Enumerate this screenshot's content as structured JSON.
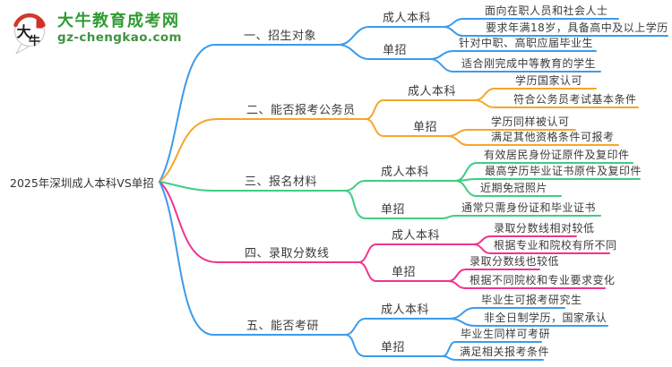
{
  "site": {
    "logo_title": "大牛教育成考网",
    "logo_domain": "gz-chengkao.com",
    "icon_char_1": "大",
    "icon_char_2": "牛",
    "brand_green": "#2e9b33",
    "brand_red": "#d03a2e"
  },
  "mindmap": {
    "root": "2025年深圳成人本科VS单招",
    "colors": {
      "branch1": "#3d9be9",
      "branch2": "#f5a62b",
      "branch3": "#41cc83",
      "branch4": "#f0348e",
      "branch5": "#3d9be9"
    },
    "branches": [
      {
        "topic": "一、招生对象",
        "color": "#3d9be9",
        "groups": [
          {
            "label": "成人本科",
            "leaves": [
              "面向在职人员和社会人士",
              "要求年满18岁，具备高中及以上学历"
            ]
          },
          {
            "label": "单招",
            "leaves": [
              "针对中职、高职应届毕业生",
              "适合刚完成中等教育的学生"
            ]
          }
        ]
      },
      {
        "topic": "二、能否报考公务员",
        "color": "#f5a62b",
        "groups": [
          {
            "label": "成人本科",
            "leaves": [
              "学历国家认可",
              "符合公务员考试基本条件"
            ]
          },
          {
            "label": "单招",
            "leaves": [
              "学历同样被认可",
              "满足其他资格条件可报考"
            ]
          }
        ]
      },
      {
        "topic": "三、报名材料",
        "color": "#41cc83",
        "groups": [
          {
            "label": "成人本科",
            "leaves": [
              "有效居民身份证原件及复印件",
              "最高学历毕业证书原件及复印件",
              "近期免冠照片"
            ]
          },
          {
            "label": "单招",
            "leaves": [
              "通常只需身份证和毕业证书"
            ]
          }
        ]
      },
      {
        "topic": "四、录取分数线",
        "color": "#f0348e",
        "groups": [
          {
            "label": "成人本科",
            "leaves": [
              "录取分数线相对较低",
              "根据专业和院校有所不同"
            ]
          },
          {
            "label": "单招",
            "leaves": [
              "录取分数线也较低",
              "根据不同院校和专业要求变化"
            ]
          }
        ]
      },
      {
        "topic": "五、能否考研",
        "color": "#3d9be9",
        "groups": [
          {
            "label": "成人本科",
            "leaves": [
              "毕业生可报考研究生",
              "非全日制学历，国家承认"
            ]
          },
          {
            "label": "单招",
            "leaves": [
              "毕业生同样可考研",
              "满足相关报考条件"
            ]
          }
        ]
      }
    ]
  }
}
